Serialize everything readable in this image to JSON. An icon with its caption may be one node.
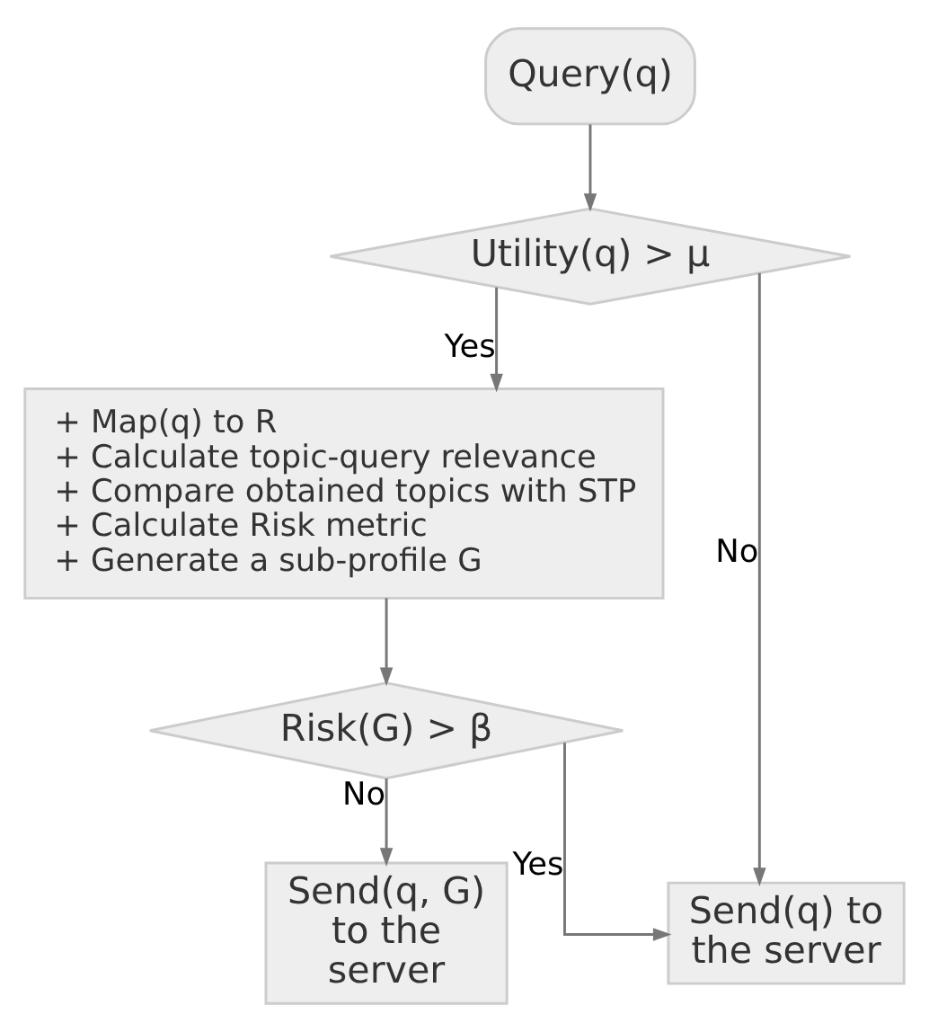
{
  "diagram": {
    "nodes": [
      {
        "text": [
          "Query(q)"
        ]
      },
      {
        "text": [
          "Utility(q) > μ"
        ]
      },
      {
        "text": [
          "+ Map(q) to R",
          "+ Calculate topic-query relevance",
          "+ Compare obtained topics with STP",
          "+ Calculate Risk metric",
          "+ Generate a sub-profile G"
        ]
      },
      {
        "text": [
          "Risk(G) > β"
        ]
      },
      {
        "text": [
          "Send(q) to the server"
        ]
      },
      {
        "text": [
          "Send(q, G) to the server"
        ]
      }
    ],
    "edges": [
      {
        "from": 0,
        "to": 1,
        "arrow": "to"
      },
      {
        "from": 1,
        "to": 4,
        "arrow": "to",
        "label": "No"
      },
      {
        "from": 1,
        "to": 2,
        "arrow": "to",
        "label": "Yes"
      },
      {
        "from": 2,
        "to": 3,
        "arrow": "to"
      },
      {
        "from": 3,
        "to": 4,
        "arrow": "to",
        "label": "Yes"
      },
      {
        "from": 3,
        "to": 5,
        "arrow": "to",
        "label": "No"
      }
    ]
  }
}
